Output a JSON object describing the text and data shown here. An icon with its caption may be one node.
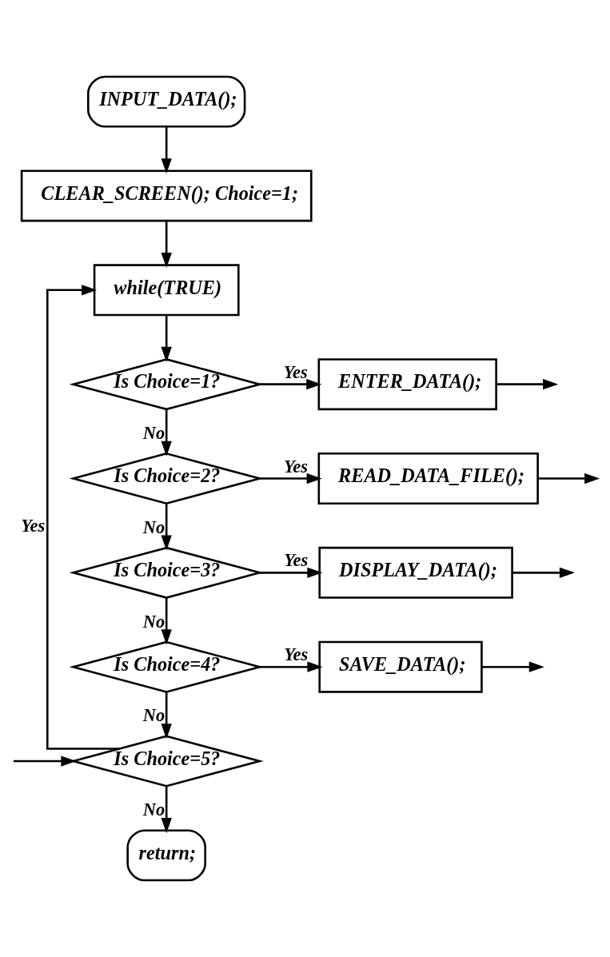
{
  "diagram": {
    "nodes": [
      {
        "text": [
          "INPUT_DATA();"
        ]
      },
      {
        "text": [
          "CLEAR_SCREEN(); Choice=1;"
        ]
      },
      {
        "text": [
          "while(TRUE)"
        ]
      },
      {
        "text": [
          "Is Choice=1?"
        ]
      },
      {
        "text": [
          "ENTER_DATA();"
        ]
      },
      {
        "text": [
          "Is Choice=2?"
        ]
      },
      {
        "text": [
          "READ_DATA_FILE();"
        ]
      },
      {
        "text": [
          "Is Choice=3?"
        ]
      },
      {
        "text": [
          "DISPLAY_DATA();"
        ]
      },
      {
        "text": [
          "Is Choice=4?"
        ]
      },
      {
        "text": [
          "SAVE_DATA();"
        ]
      },
      {
        "text": [
          "Is Choice=5?"
        ]
      },
      {
        "text": [
          "return;"
        ]
      }
    ],
    "edges": [
      {
        "from": 0,
        "to": 1,
        "arrow": "to"
      },
      {
        "from": 1,
        "to": 2,
        "arrow": "to"
      },
      {
        "from": 2,
        "to": 3,
        "arrow": "to"
      },
      {
        "from": 3,
        "to": 4,
        "arrow": "to",
        "label": "Yes"
      },
      {
        "from": 4,
        "to": null,
        "arrow": "to"
      },
      {
        "from": 3,
        "to": 5,
        "arrow": "to",
        "label": "No"
      },
      {
        "from": 5,
        "to": 6,
        "arrow": "to",
        "label": "Yes"
      },
      {
        "from": 6,
        "to": null,
        "arrow": "to"
      },
      {
        "from": 5,
        "to": 7,
        "arrow": "to",
        "label": "No"
      },
      {
        "from": 7,
        "to": 8,
        "arrow": "to",
        "label": "Yes"
      },
      {
        "from": 8,
        "to": null,
        "arrow": "to"
      },
      {
        "from": 7,
        "to": 9,
        "arrow": "to",
        "label": "No"
      },
      {
        "from": 9,
        "to": 10,
        "arrow": "to",
        "label": "Yes"
      },
      {
        "from": 10,
        "to": null,
        "arrow": "to"
      },
      {
        "from": 9,
        "to": 11,
        "arrow": "to",
        "label": "No"
      },
      {
        "from": 11,
        "to": 2,
        "arrow": "to",
        "label": "Yes"
      },
      {
        "from": null,
        "to": 11,
        "arrow": "to"
      },
      {
        "from": 11,
        "to": 12,
        "arrow": "to",
        "label": "No"
      }
    ]
  }
}
